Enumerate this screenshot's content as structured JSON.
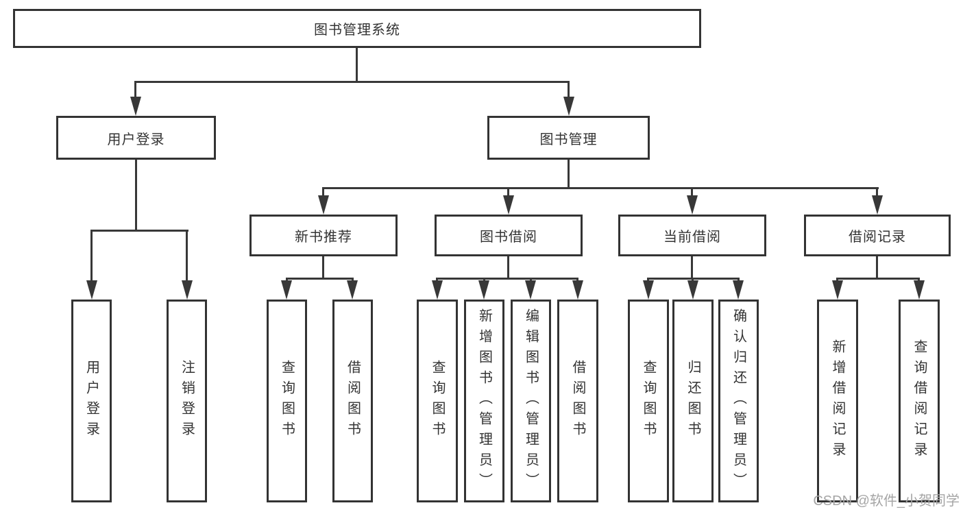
{
  "diagram_title": "图书管理系统",
  "tree": {
    "root": {
      "label": "图书管理系统"
    },
    "branches": [
      {
        "label": "用户登录",
        "children": [
          {
            "label": "用户登录"
          },
          {
            "label": "注销登录"
          }
        ]
      },
      {
        "label": "图书管理",
        "children": [
          {
            "label": "新书推荐",
            "children": [
              {
                "label": "查询图书"
              },
              {
                "label": "借阅图书"
              }
            ]
          },
          {
            "label": "图书借阅",
            "children": [
              {
                "label": "查询图书"
              },
              {
                "label": "新增图书（管理员）"
              },
              {
                "label": "编辑图书（管理员）"
              },
              {
                "label": "借阅图书"
              }
            ]
          },
          {
            "label": "当前借阅",
            "children": [
              {
                "label": "查询图书"
              },
              {
                "label": "归还图书"
              },
              {
                "label": "确认归还（管理员）"
              }
            ]
          },
          {
            "label": "借阅记录",
            "children": [
              {
                "label": "新增借阅记录"
              },
              {
                "label": "查询借阅记录"
              }
            ]
          }
        ]
      }
    ]
  },
  "watermark": {
    "text": "CSDN @软件_小贺同学"
  },
  "colors": {
    "line": "#383838",
    "box_border": "#333333",
    "text": "#333333",
    "watermark": "#a5a5a5",
    "background": "#ffffff"
  }
}
